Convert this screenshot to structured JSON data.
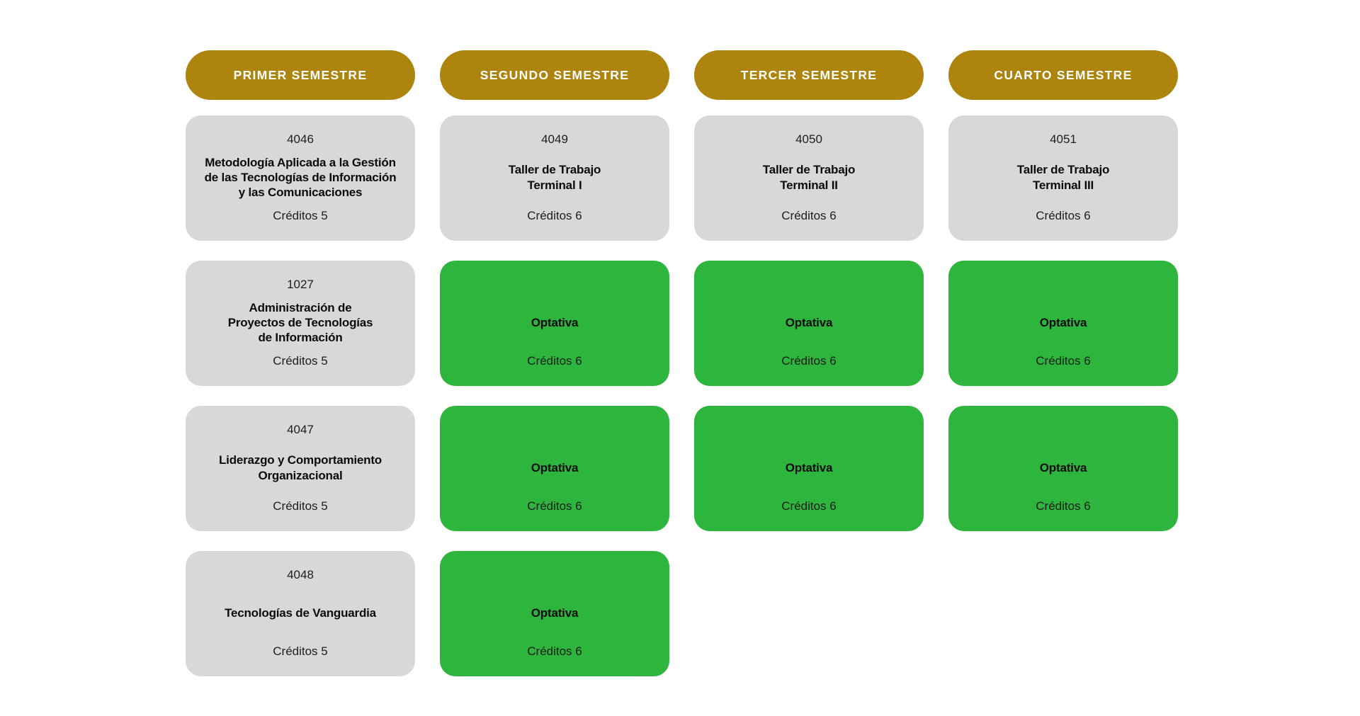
{
  "colors": {
    "header_bg": "#ac840e",
    "header_text": "#ffffff",
    "gray_card_bg": "#d8d8d8",
    "green_card_bg": "#2db53e",
    "text": "#1d1d1d",
    "background": "#ffffff"
  },
  "columns": [
    {
      "header": "PRIMER SEMESTRE",
      "cards": [
        {
          "code": "4046",
          "title": "Metodología Aplicada a la Gestión\nde las Tecnologías de Información\ny las Comunicaciones",
          "credits": "Créditos 5",
          "variant": "gray"
        },
        {
          "code": "1027",
          "title": "Administración de\nProyectos de Tecnologías\nde Información",
          "credits": "Créditos 5",
          "variant": "gray"
        },
        {
          "code": "4047",
          "title": "Liderazgo y Comportamiento\nOrganizacional",
          "credits": "Créditos 5",
          "variant": "gray"
        },
        {
          "code": "4048",
          "title": "Tecnologías de Vanguardia",
          "credits": "Créditos 5",
          "variant": "gray"
        }
      ]
    },
    {
      "header": "SEGUNDO SEMESTRE",
      "cards": [
        {
          "code": "4049",
          "title": "Taller de Trabajo\nTerminal I",
          "credits": "Créditos 6",
          "variant": "gray"
        },
        {
          "code": "",
          "title": "Optativa",
          "credits": "Créditos 6",
          "variant": "green"
        },
        {
          "code": "",
          "title": "Optativa",
          "credits": "Créditos 6",
          "variant": "green"
        },
        {
          "code": "",
          "title": "Optativa",
          "credits": "Créditos 6",
          "variant": "green"
        }
      ]
    },
    {
      "header": "TERCER SEMESTRE",
      "cards": [
        {
          "code": "4050",
          "title": "Taller de Trabajo\nTerminal II",
          "credits": "Créditos 6",
          "variant": "gray"
        },
        {
          "code": "",
          "title": "Optativa",
          "credits": "Créditos 6",
          "variant": "green"
        },
        {
          "code": "",
          "title": "Optativa",
          "credits": "Créditos 6",
          "variant": "green"
        }
      ]
    },
    {
      "header": "CUARTO SEMESTRE",
      "cards": [
        {
          "code": "4051",
          "title": "Taller de Trabajo\nTerminal III",
          "credits": "Créditos 6",
          "variant": "gray"
        },
        {
          "code": "",
          "title": "Optativa",
          "credits": "Créditos 6",
          "variant": "green"
        },
        {
          "code": "",
          "title": "Optativa",
          "credits": "Créditos 6",
          "variant": "green"
        }
      ]
    }
  ]
}
